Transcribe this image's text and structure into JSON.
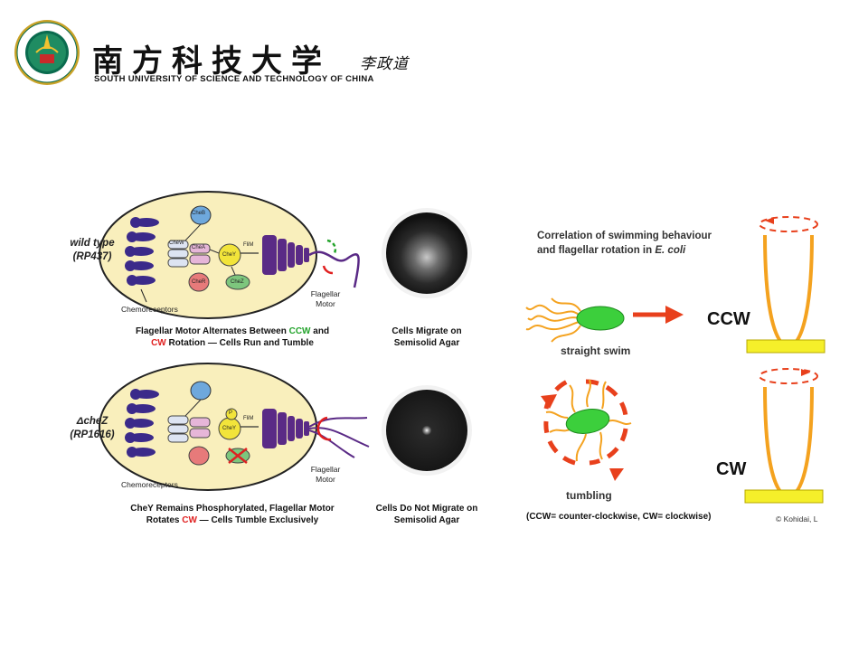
{
  "header": {
    "university_cn": "南方科技大学",
    "signature": "李政道",
    "university_en": "SOUTH UNIVERSITY OF SCIENCE AND TECHNOLOGY OF CHINA"
  },
  "left_panel": {
    "wild": {
      "strain_name": "wild type",
      "strain_id": "(RP437)",
      "chemoreceptors": "Chemoreceptors",
      "flagellar_motor": [
        "Flagellar",
        "Motor"
      ],
      "caption_1a": "Flagellar Motor Alternates Between ",
      "caption_1b": "CCW",
      "caption_1c": " and",
      "caption_2a": "CW",
      "caption_2b": " Rotation — Cells Run and Tumble",
      "plate_caption": [
        "Cells Migrate on",
        "Semisolid Agar"
      ]
    },
    "mutant": {
      "strain_name": "ΔcheZ",
      "strain_id": "(RP1616)",
      "chemoreceptors": "Chemoreceptors",
      "flagellar_motor": [
        "Flagellar",
        "Motor"
      ],
      "caption_1": "CheY Remains Phosphorylated, Flagellar Motor",
      "caption_2a": "Rotates ",
      "caption_2b": "CW",
      "caption_2c": " — Cells Tumble Exclusively",
      "plate_caption": [
        "Cells Do Not Migrate on",
        "Semisolid Agar"
      ]
    },
    "proteins": {
      "cheb": "CheB",
      "chew": "CheW",
      "chea": "CheA",
      "chey": "CheY",
      "chez": "CheZ",
      "cher": "CheR",
      "flim": "FliM",
      "p": "P"
    }
  },
  "right_panel": {
    "title_1": "Correlation of swimming behaviour",
    "title_2a": "and flagellar rotation in ",
    "title_2b": "E. coli",
    "straight_swim": "straight swim",
    "tumbling": "tumbling",
    "ccw": "CCW",
    "cw": "CW",
    "legend": "(CCW= counter-clockwise, CW= clockwise)",
    "credit": "© Kohidai, L"
  },
  "colors": {
    "ccw_green": "#22a32a",
    "cw_red": "#e02020",
    "arrow_red": "#e8401c",
    "flagella_orange": "#f4a21f",
    "cell_green": "#3ccf3c",
    "cell_bg": "#f9efbc",
    "motor_purple": "#5a2a86"
  }
}
